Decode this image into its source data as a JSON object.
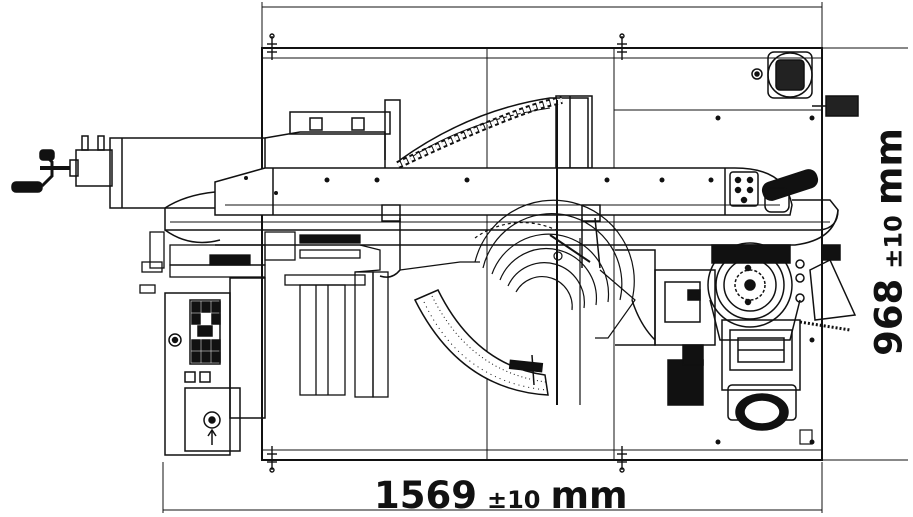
{
  "dimensions": {
    "width": {
      "value": "1569",
      "tolerance": "±10",
      "unit": "mm"
    },
    "height": {
      "value": "968",
      "tolerance": "±10",
      "unit": "mm"
    }
  }
}
